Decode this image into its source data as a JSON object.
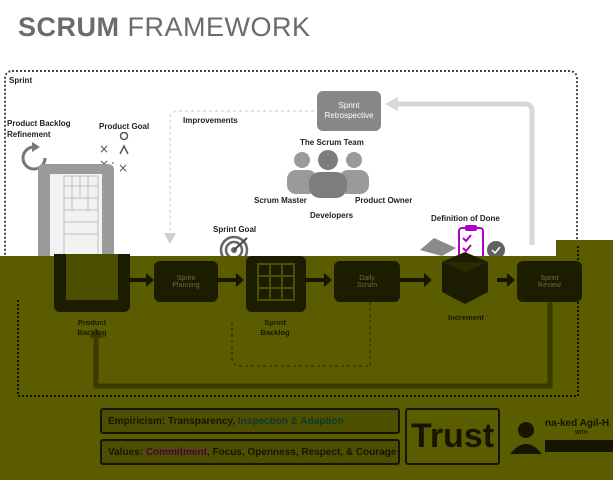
{
  "header": {
    "title_bold": "SCRUM",
    "title_light": "FRAMEWORK"
  },
  "labels": {
    "sprint": "Sprint",
    "product_backlog_refinement": "Product Backlog\nRefinement",
    "product_goal": "Product Goal",
    "improvements": "Improvements",
    "sprint_retrospective": "Sprint\nRetrospective",
    "scrum_team": "The Scrum Team",
    "scrum_master": "Scrum Master",
    "product_owner": "Product Owner",
    "developers": "Developers",
    "sprint_goal": "Sprint Goal",
    "definition_of_done": "Definition of Done",
    "sprint_planning": "Sprint\nPlanning",
    "daily_scrum": "Daily\nScrum",
    "sprint_review": "Sprint\nReview",
    "product_backlog": "Product\nBacklog",
    "sprint_backlog": "Sprint\nBacklog",
    "increment": "Increment"
  },
  "values_bar": {
    "empiricism_label": "Empiricism:",
    "empiricism_text": "Transparency,",
    "empiricism_highlight": "Inspection & Adaption",
    "values_label": "Values:",
    "values_highlight": "Commitment",
    "values_text": ", Focus, Openness, Respect, & Courage"
  },
  "trust": "Trust",
  "brand": {
    "name": "na-ked Agil-H",
    "sub": "WITH"
  },
  "colors": {
    "overlay": "#5b5b00",
    "retro_box": "#878787",
    "title": "#6b6b6b",
    "dod_icon": "#b000c8"
  }
}
